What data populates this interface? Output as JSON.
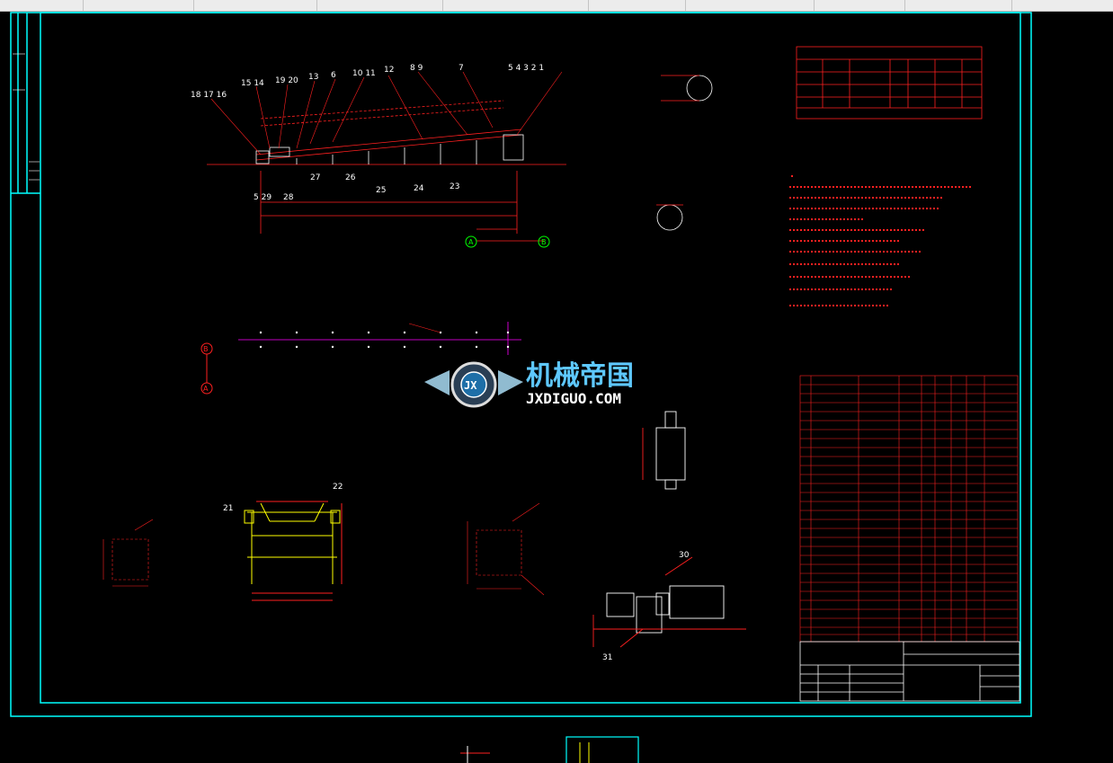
{
  "frame_colors": {
    "border": "#00ffff",
    "lines": "#ff2020",
    "text": "#ffffff",
    "structure": "#ffff00",
    "axis": "#00ff00",
    "center": "#ff00ff",
    "watermark": "#5ec8ff"
  },
  "callouts_top": [
    "18 17 16",
    "15 14",
    "19 20",
    "13",
    "6",
    "10 11",
    "12",
    "8 9",
    "7",
    "5 4 3 2 1"
  ],
  "callouts_bottom": [
    "5 29",
    "28",
    "27",
    "26",
    "25",
    "24",
    "23"
  ],
  "axis_markers": [
    "A",
    "B"
  ],
  "side_view_labels": [
    "21",
    "22"
  ],
  "drive_labels": [
    "30",
    "31"
  ],
  "watermark": {
    "cn": "机械帝国",
    "en": "JXDIGUO.COM",
    "badge": "JX"
  }
}
